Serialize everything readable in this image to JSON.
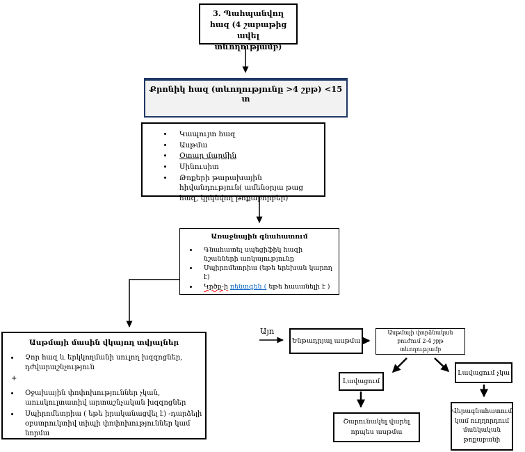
{
  "document": {
    "language": "Armenian",
    "type": "clinical flowchart"
  },
  "colors": {
    "chronic_box_border": "#1f3864",
    "chronic_box_fill": "#f2f2f2",
    "spellcheck_squiggle": "#ff0000",
    "hyperlink": "#0563c1",
    "line_color": "#000000"
  },
  "flowchart": {
    "persistent_cough": {
      "text": "3. Պահպանվող հազ (4 շաբաթից ավել տևողությամբ)"
    },
    "chronic_cough": {
      "text": "Քրոնիկ հազ (տևողությունը >4 շբթ) <15 տ"
    },
    "differential": {
      "items": [
        "Կապույտ հազ",
        "Ասթմա",
        "Օտար մարմին",
        "Սինուսիտ",
        "Թոքերի թարախային հիվանդություն( ամենօրյա թաց հազ, կրկնվող թոքաբորբեր)"
      ]
    },
    "primary_assessment": {
      "title": "Առաջնային գնահատում",
      "items": [
        "Գնահատել սպեցիֆիկ հազի նշանների առկայությունը",
        "Սպիրոմետրիա (եթե երեխան կարող է)"
      ],
      "item3": {
        "misspelled": "Կրծք-ի",
        "link": "ռենտգեն (",
        "rest": " եթե հասանելի է )"
      }
    },
    "asthma_evidence": {
      "title": "Ասթմայի մասին վկայող տվյալներ",
      "item1": "Չոր հազ և երկկողմանի սուլող խզզոցներ, դժվարաշնչություն",
      "plus": "+",
      "item2": "Օջախային փոփոխություններ չկան, աուսկուլտատիվ արտաշնչական խզզոցներ",
      "item3": "Սպիրոմետրիա ( եթե իրականացվել է) -դարձելի օբստրուկտիվ տիպի փոփոխություններ կամ նորմա"
    },
    "yes_label": "Այո",
    "presumed_asthma": {
      "text": "Ենթադրյալ ասթմա"
    },
    "trial_treatment": {
      "text": "Ասթմայի փորձնական բուժում 2-4 շբթ տևողությամբ"
    },
    "improvement": {
      "text": "Լավացում"
    },
    "no_improvement": {
      "text": "Լավացում չկա"
    },
    "continue_as_asthma": {
      "text": "Շարունակել վարել որպես ասթմա"
    },
    "reassess_referral": {
      "text": "Վերագնահատում կամ ուղղորդում մանկական թոքաբանի"
    }
  }
}
